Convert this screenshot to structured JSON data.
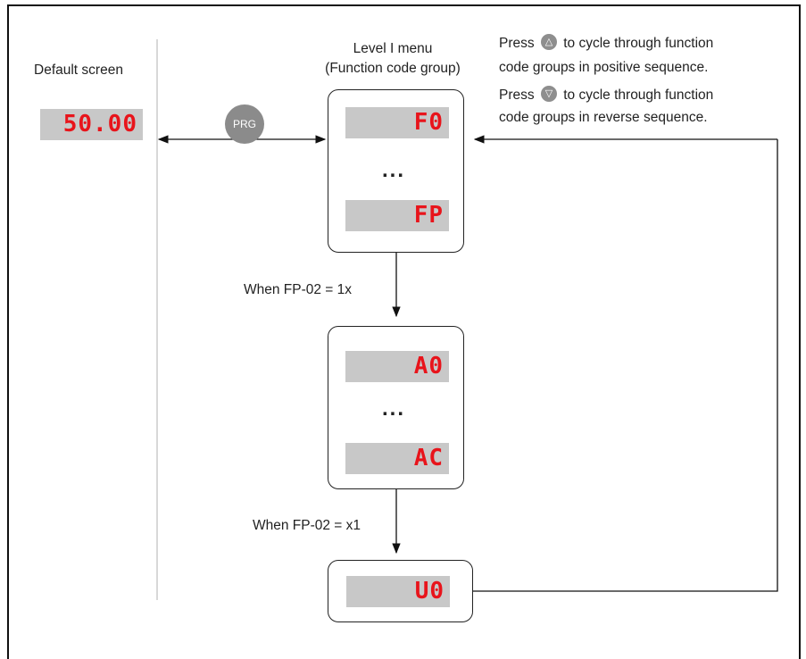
{
  "default_screen": {
    "label": "Default screen",
    "display": "50.00"
  },
  "prg_button": {
    "label": "PRG"
  },
  "level1": {
    "title_line1": "Level I menu",
    "title_line2": "(Function code group)",
    "items": [
      "F0",
      "FP"
    ],
    "ellipsis": "..."
  },
  "instructions": {
    "up_prefix": "Press",
    "up_suffix": "to cycle through function",
    "up_line2": "code groups in positive sequence.",
    "down_prefix": "Press",
    "down_suffix": "to cycle through function",
    "down_line2": "code groups in reverse sequence.",
    "up_icon": "up-triangle-icon",
    "down_icon": "down-triangle-icon"
  },
  "condition1": "When FP-02 = 1x",
  "group_a": {
    "items": [
      "A0",
      "AC"
    ],
    "ellipsis": "..."
  },
  "condition2": "When FP-02 = x1",
  "group_u": {
    "items": [
      "U0"
    ]
  },
  "colors": {
    "lcd_background": "#c8c8c8",
    "lcd_text": "#e8141b",
    "button_gray": "#8b8b8b"
  }
}
